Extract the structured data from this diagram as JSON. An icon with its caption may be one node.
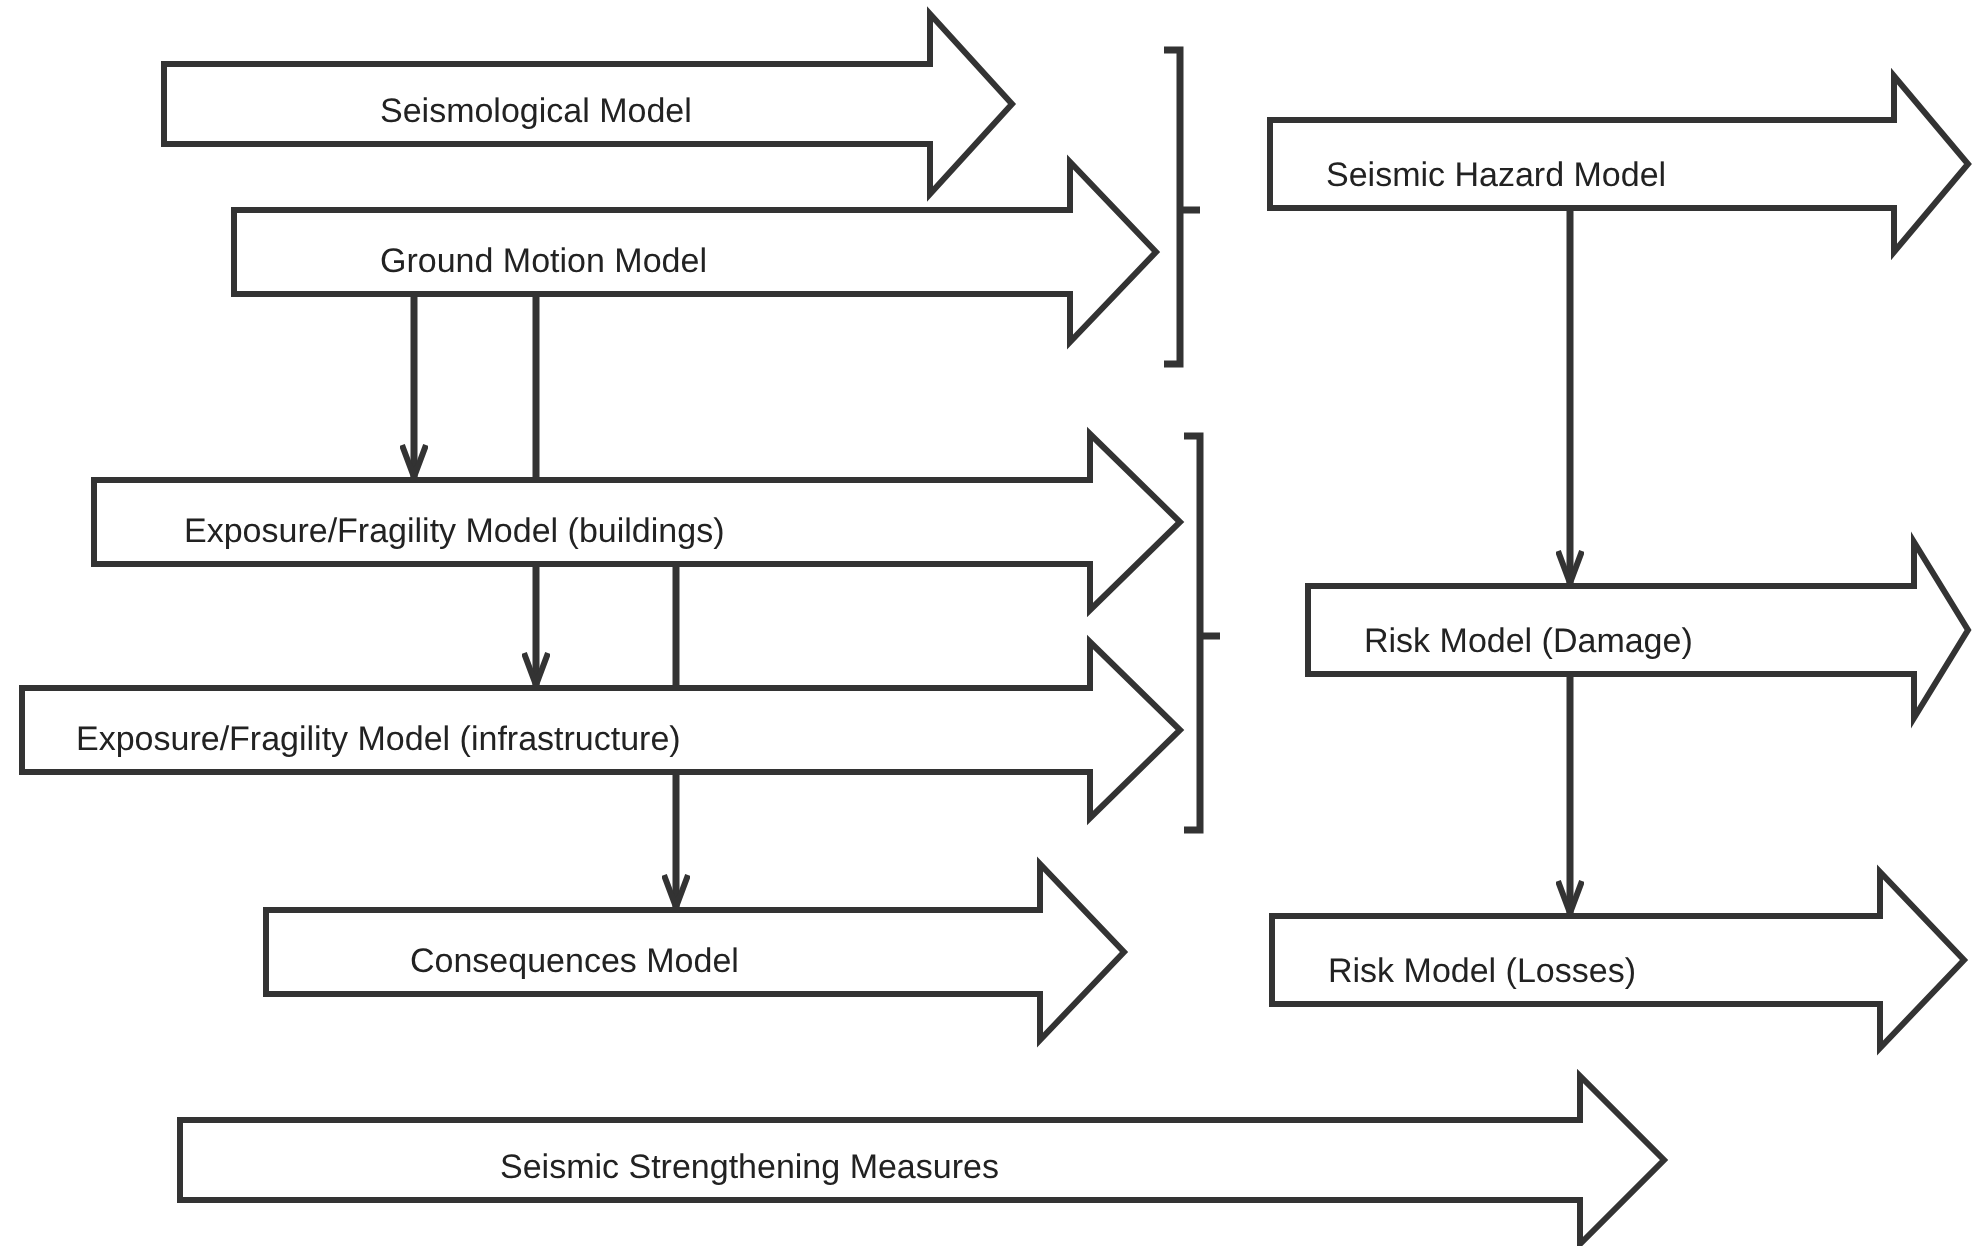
{
  "diagram": {
    "nodes": [
      {
        "text": [
          "Seismological Model"
        ]
      },
      {
        "text": [
          "Ground Motion Model"
        ]
      },
      {
        "text": [
          "Exposure/Fragility Model (buildings)"
        ]
      },
      {
        "text": [
          "Exposure/Fragility Model (infrastructure)"
        ]
      },
      {
        "text": [
          "Consequences Model"
        ]
      },
      {
        "text": [
          "Seismic Strengthening Measures"
        ]
      },
      {
        "text": [
          "Seismic Hazard Model"
        ]
      },
      {
        "text": [
          "Risk Model (Damage)"
        ]
      },
      {
        "text": [
          "Risk Model (Losses)"
        ]
      }
    ],
    "edges": [
      {
        "from": 1,
        "to": 2,
        "arrow": "to"
      },
      {
        "from": 1,
        "to": 2,
        "arrow": "none"
      },
      {
        "from": 2,
        "to": 3,
        "arrow": "to"
      },
      {
        "from": 2,
        "to": 3,
        "arrow": "none"
      },
      {
        "from": 3,
        "to": 4,
        "arrow": "to"
      },
      {
        "from": 6,
        "to": 7,
        "arrow": "to"
      },
      {
        "from": 7,
        "to": 8,
        "arrow": "to"
      }
    ]
  }
}
